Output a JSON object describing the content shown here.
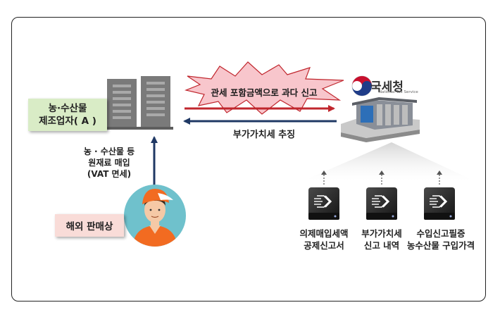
{
  "manufacturer": {
    "line1": "농·수산물",
    "line2": "제조업자( A )"
  },
  "overseas_dealer": "해외 판매상",
  "purchase_note": {
    "line1": "농 · 수산물 등",
    "line2": "원재료 매입",
    "line3": "(VAT 면세)"
  },
  "overstated_report": "관세 포함금액으로 과다 신고",
  "vat_collection": "부가가치세 추징",
  "nts": {
    "name_ko": "국세청",
    "name_en": "National Tax Service"
  },
  "data_sources": [
    {
      "line1": "의제매입세액",
      "line2": "공제신고서"
    },
    {
      "line1": "부가가치세",
      "line2": "신고 내역"
    },
    {
      "line1": "수입신고필증",
      "line2": "농수산물 구입가격"
    }
  ],
  "colors": {
    "red_arrow": "#c0262d",
    "navy_arrow": "#1f3864",
    "burst_fill": "#f8c6cc",
    "manufacturer_box": "#d9ecc6",
    "dealer_box": "#f9dcd8",
    "avatar_bg": "#6fc1cc",
    "shirt": "#f26b21"
  }
}
